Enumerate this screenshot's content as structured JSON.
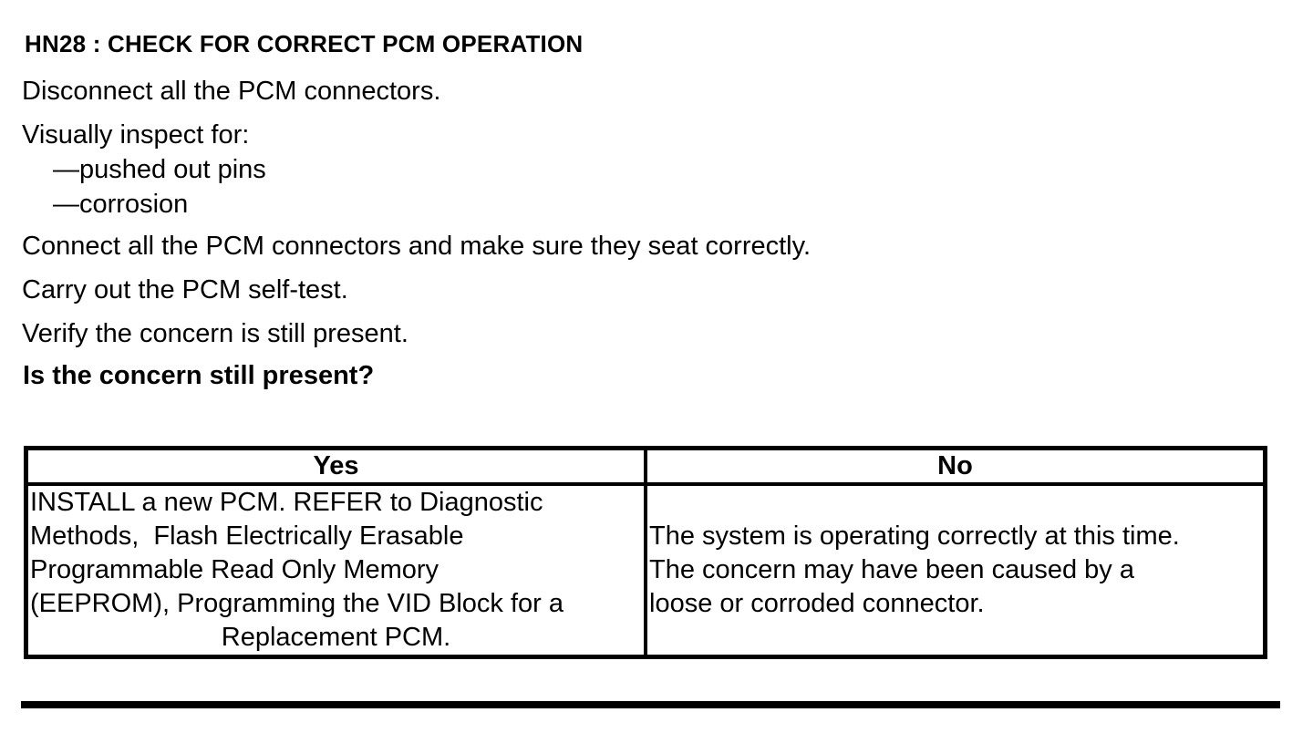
{
  "document": {
    "title": "HN28 : CHECK FOR CORRECT PCM OPERATION",
    "instructions": {
      "disconnect": "Disconnect all the PCM connectors.",
      "inspect_intro": "Visually inspect for:",
      "inspect_items": [
        "—pushed out pins",
        "—corrosion"
      ],
      "connect": "Connect all the PCM connectors and make sure they seat correctly.",
      "self_test": "Carry out the PCM self-test.",
      "verify": "Verify the concern is still present.",
      "question": "Is the concern still present?"
    },
    "results_table": {
      "yes_header": "Yes",
      "no_header": "No",
      "yes_lines": [
        "INSTALL a new PCM. REFER to Diagnostic",
        "Methods,  Flash Electrically Erasable",
        "Programmable Read Only Memory",
        "(EEPROM), Programming the VID Block for a",
        "Replacement PCM."
      ],
      "no_lines": [
        "The system is operating correctly at this time.",
        "The concern may have been caused by a",
        "loose or corroded connector."
      ]
    },
    "colors": {
      "text": "#000000",
      "background": "#ffffff",
      "border": "#000000"
    }
  }
}
